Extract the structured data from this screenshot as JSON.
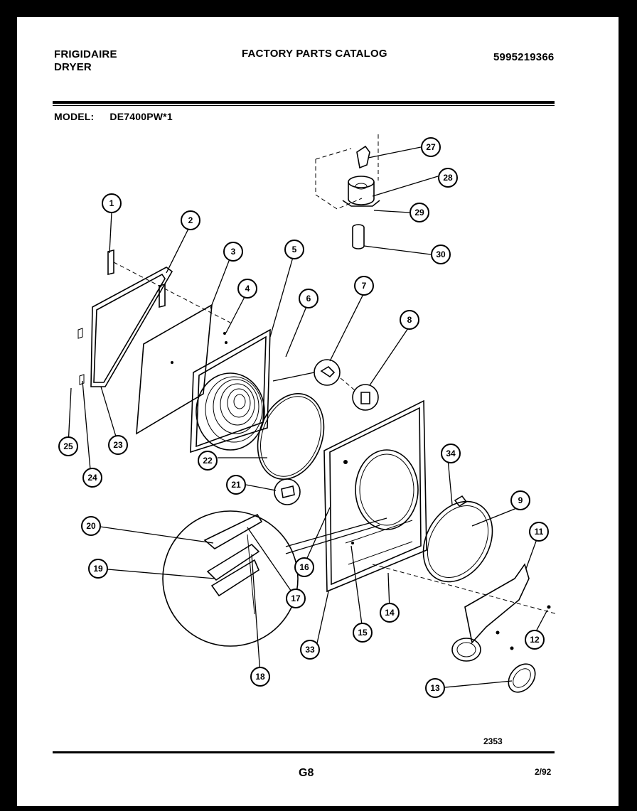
{
  "header": {
    "brand": "FRIGIDAIRE",
    "product": "DRYER",
    "title": "FACTORY PARTS CATALOG",
    "catalog_number": "5995219366",
    "model_label": "MODEL:",
    "model_value": "DE7400PW*1"
  },
  "footer": {
    "drawing_number": "2353",
    "page_id": "G8",
    "revision_date": "2/92"
  },
  "callouts": [
    "1",
    "2",
    "3",
    "4",
    "5",
    "6",
    "7",
    "8",
    "9",
    "11",
    "12",
    "13",
    "14",
    "15",
    "16",
    "17",
    "18",
    "19",
    "20",
    "21",
    "22",
    "23",
    "24",
    "25",
    "27",
    "28",
    "29",
    "30",
    "33",
    "34"
  ]
}
